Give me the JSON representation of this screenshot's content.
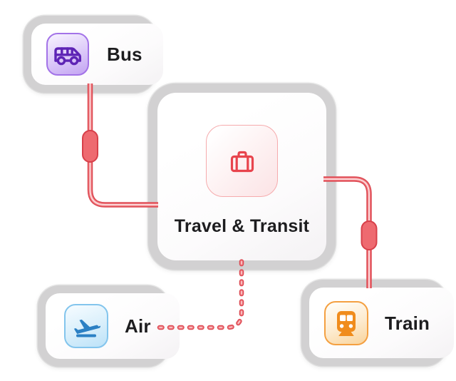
{
  "canvas": {
    "background": "#ffffff"
  },
  "center_node": {
    "label": "Travel & Transit",
    "icon": "suitcase-icon",
    "accent_color": "#e8444d",
    "tile_border_color": "#f6abad"
  },
  "nodes": [
    {
      "id": "bus",
      "label": "Bus",
      "icon": "bus-icon",
      "accent_color": "#5e24b5",
      "tile_border_color": "#a373e8"
    },
    {
      "id": "air",
      "label": "Air",
      "icon": "plane-takeoff-icon",
      "accent_color": "#2b80c4",
      "tile_border_color": "#83c5ed"
    },
    {
      "id": "train",
      "label": "Train",
      "icon": "train-icon",
      "accent_color": "#f08c1c",
      "tile_border_color": "#f4a041"
    }
  ],
  "edges": [
    {
      "from": "bus",
      "to": "travel-transit",
      "style": "solid",
      "has_midpoint_capsule": true
    },
    {
      "from": "travel-transit",
      "to": "train",
      "style": "solid",
      "has_midpoint_capsule": true
    },
    {
      "from": "air",
      "to": "travel-transit",
      "style": "dashed",
      "has_midpoint_capsule": false
    }
  ],
  "colors": {
    "connector_fill": "#ee6a70",
    "connector_dark": "#dc4a53",
    "connector_light": "#fbd7d8",
    "card_ring": "#d2d1d2",
    "card_face": "#fdfcfd",
    "label_text": "#1d1d1f"
  }
}
